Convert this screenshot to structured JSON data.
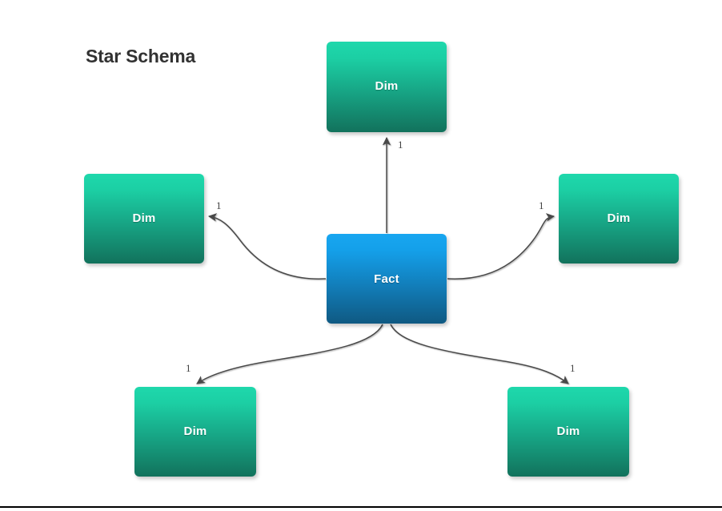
{
  "diagram": {
    "title": "Star Schema",
    "type": "star-schema-er-diagram",
    "background_color": "#ffffff",
    "title_color": "#323232",
    "edge_color": "#4a4a4a",
    "nodes": [
      {
        "id": "dim-top",
        "label": "Dim",
        "role": "dimension",
        "position": "top",
        "fill_top": "#1ed8ac",
        "fill_bottom": "#12725c"
      },
      {
        "id": "dim-left",
        "label": "Dim",
        "role": "dimension",
        "position": "left",
        "fill_top": "#1ed8ac",
        "fill_bottom": "#12725c"
      },
      {
        "id": "dim-right",
        "label": "Dim",
        "role": "dimension",
        "position": "right",
        "fill_top": "#1ed8ac",
        "fill_bottom": "#12725c"
      },
      {
        "id": "dim-bottom-left",
        "label": "Dim",
        "role": "dimension",
        "position": "bottom-left",
        "fill_top": "#1ed8ac",
        "fill_bottom": "#12725c"
      },
      {
        "id": "dim-bottom-right",
        "label": "Dim",
        "role": "dimension",
        "position": "bottom-right",
        "fill_top": "#1ed8ac",
        "fill_bottom": "#12725c"
      },
      {
        "id": "fact-center",
        "label": "Fact",
        "role": "fact",
        "position": "center",
        "fill_top": "#18a6f0",
        "fill_bottom": "#0f5982"
      }
    ],
    "edges": [
      {
        "id": "fact-to-dim-top",
        "from": "fact-center",
        "to": "dim-top",
        "label": "1",
        "arrowhead": "to"
      },
      {
        "id": "fact-to-dim-left",
        "from": "fact-center",
        "to": "dim-left",
        "label": "1",
        "arrowhead": "to"
      },
      {
        "id": "fact-to-dim-right",
        "from": "fact-center",
        "to": "dim-right",
        "label": "1",
        "arrowhead": "to"
      },
      {
        "id": "fact-to-dim-bottom-left",
        "from": "fact-center",
        "to": "dim-bottom-left",
        "label": "1",
        "arrowhead": "to"
      },
      {
        "id": "fact-to-dim-bottom-right",
        "from": "fact-center",
        "to": "dim-bottom-right",
        "label": "1",
        "arrowhead": "to"
      }
    ]
  }
}
